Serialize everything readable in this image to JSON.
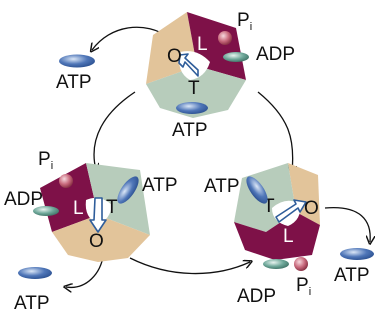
{
  "colors": {
    "segment_L": "#7e1148",
    "segment_T": "#b7ccbb",
    "segment_O": "#e2c49a",
    "inner_core": "#ffffff",
    "atp_molecule": "#4f76b8",
    "adp_molecule": "#6fa89a",
    "pi_molecule": "#c8697c",
    "cycle_arrow": "#111111"
  },
  "segments": {
    "loose": "L",
    "tight": "T",
    "open": "O"
  },
  "molecules": {
    "atp": "ATP",
    "adp": "ADP",
    "pi_main": "P",
    "pi_sub": "i"
  },
  "icons": [
    "rotation-arrow-icon",
    "release-arrow-icon",
    "cycle-arrow-icon"
  ]
}
